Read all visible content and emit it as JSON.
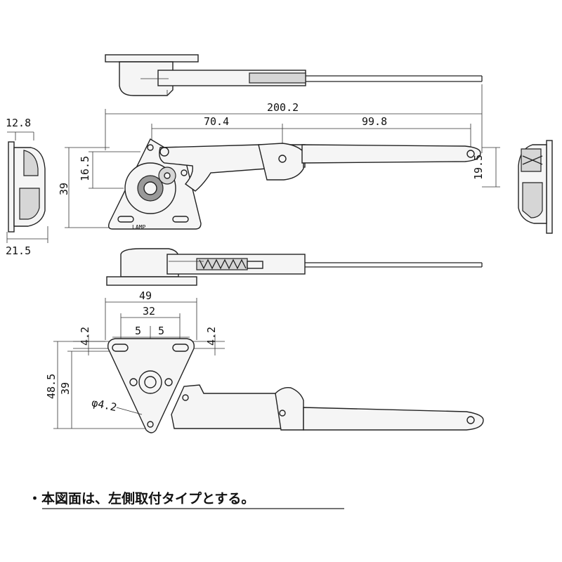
{
  "dimensions": {
    "overall_length": "200.2",
    "pivot_to_center": "70.4",
    "center_to_end": "99.8",
    "side_depth": "12.8",
    "side_base": "21.5",
    "height_total": "39",
    "height_upper": "16.5",
    "arm_end_height": "19.5",
    "plate_width": "49",
    "hole_pitch": "32",
    "slot_left": "5",
    "slot_right": "5",
    "slot_height_left": "4.2",
    "slot_height_right": "4.2",
    "plate_height": "48.5",
    "plate_height_inner": "39",
    "hole_diameter": "φ4.2"
  },
  "note": "・本図面は、左側取付タイプとする。",
  "stamp": "LAMP"
}
